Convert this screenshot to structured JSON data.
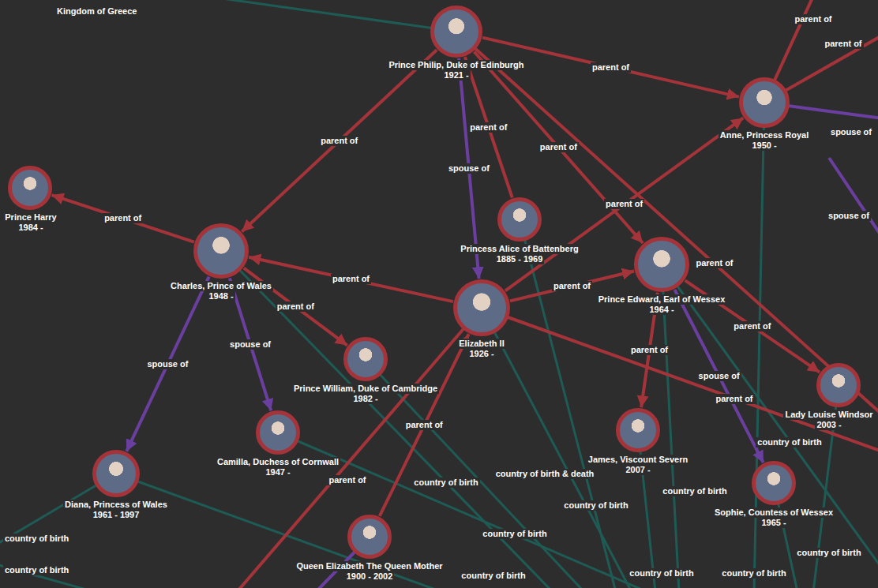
{
  "diagram": {
    "nodes": [
      {
        "text": [
          "Prince Philip, Duke of Edinburgh",
          "1921 -"
        ]
      },
      {
        "text": [
          "Anne, Princess Royal",
          "1950 -"
        ]
      },
      {
        "text": [
          "Prince Harry",
          "1984 -"
        ]
      },
      {
        "text": [
          "Princess Alice of Battenberg",
          "1885 - 1969"
        ]
      },
      {
        "text": [
          "Charles, Prince of Wales",
          "1948 -"
        ]
      },
      {
        "text": [
          "Prince Edward, Earl of Wessex",
          "1964 -"
        ]
      },
      {
        "text": [
          "Elizabeth II",
          "1926 -"
        ]
      },
      {
        "text": [
          "Prince William, Duke of Cambridge",
          "1982 -"
        ]
      },
      {
        "text": [
          "Lady Louise Windsor",
          "2003 -"
        ]
      },
      {
        "text": [
          "James, Viscount Severn",
          "2007 -"
        ]
      },
      {
        "text": [
          "Camilla, Duchess of Cornwall",
          "1947 -"
        ]
      },
      {
        "text": [
          "Sophie, Countess of Wessex",
          "1965 -"
        ]
      },
      {
        "text": [
          "Diana, Princess of Wales",
          "1961 - 1997"
        ]
      },
      {
        "text": [
          "Queen Elizabeth The Queen Mother",
          "1900 - 2002"
        ]
      }
    ],
    "edges": [
      {
        "from": 0,
        "to": 4,
        "label": "parent of",
        "arrow": "to"
      },
      {
        "from": 0,
        "to": 1,
        "label": "parent of",
        "arrow": "to"
      },
      {
        "from": 0,
        "to": 6,
        "label": "spouse of",
        "arrow": "to"
      },
      {
        "from": 3,
        "to": 0,
        "label": "parent of",
        "arrow": "to"
      },
      {
        "from": 0,
        "to": 5,
        "label": "parent of",
        "arrow": "to"
      },
      {
        "from": 4,
        "to": 2,
        "label": "parent of",
        "arrow": "to"
      },
      {
        "from": 6,
        "to": 4,
        "label": "parent of",
        "arrow": "to"
      },
      {
        "from": 4,
        "to": 7,
        "label": "parent of",
        "arrow": "to"
      },
      {
        "from": 4,
        "to": 12,
        "label": "spouse of",
        "arrow": "to"
      },
      {
        "from": 4,
        "to": 10,
        "label": "spouse of",
        "arrow": "to"
      },
      {
        "from": 6,
        "to": 1,
        "label": "parent of",
        "arrow": "to"
      },
      {
        "from": 6,
        "to": 5,
        "label": "parent of",
        "arrow": "to"
      },
      {
        "from": 5,
        "to": 9,
        "label": "parent of",
        "arrow": "to"
      },
      {
        "from": 5,
        "to": 11,
        "label": "spouse of",
        "arrow": "to"
      },
      {
        "from": 5,
        "to": 8,
        "label": "parent of",
        "arrow": "to"
      },
      {
        "from": 13,
        "to": 6,
        "label": "parent of",
        "arrow": "to"
      }
    ],
    "labels": [
      "Kingdom of Greece",
      "parent of",
      "parent of",
      "spouse of",
      "spouse of",
      "parent of",
      "parent of",
      "parent of",
      "country of birth",
      "country of birth",
      "country of birth & death",
      "country of birth",
      "country of birth",
      "country of birth",
      "country of birth",
      "country of birth",
      "country of birth",
      "country of birth",
      "country of birth",
      "country of birth"
    ]
  }
}
